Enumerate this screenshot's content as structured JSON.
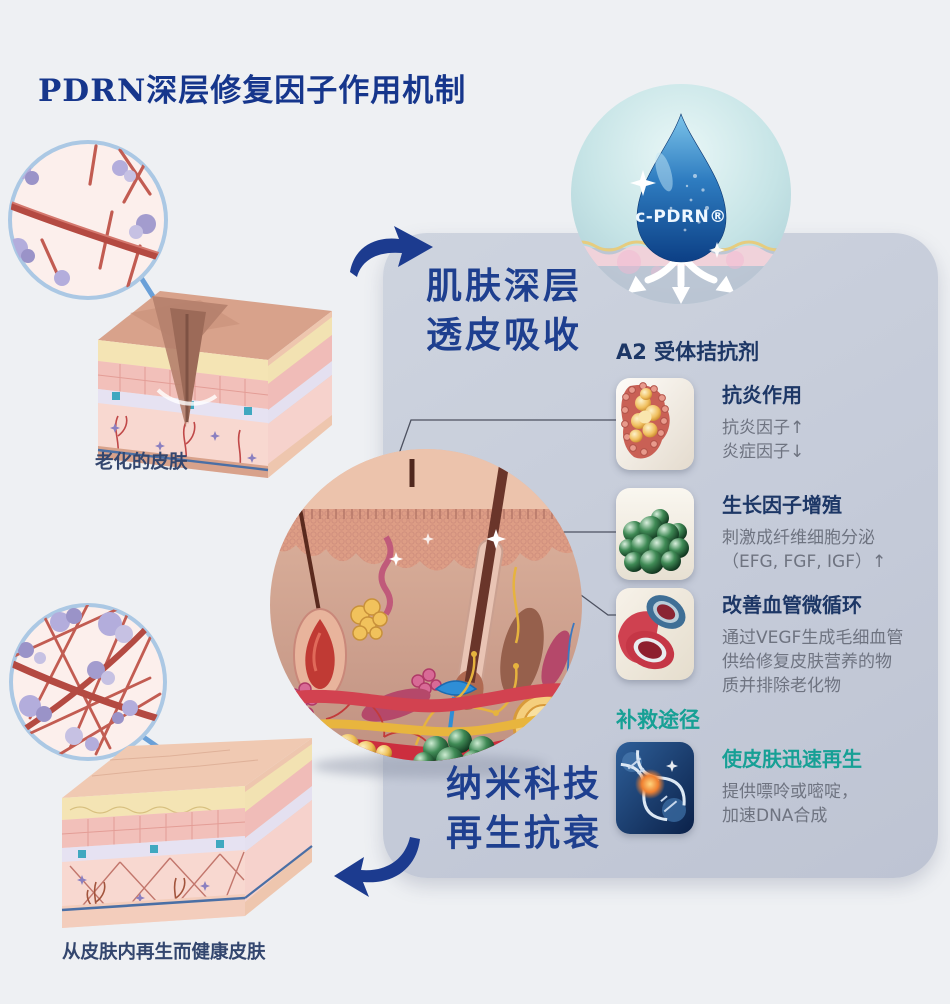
{
  "title": "PDRN深层修复因子作用机制",
  "logo": {
    "label": "c-PDRN®"
  },
  "absorb": {
    "line1": "肌肤深层",
    "line2": "透皮吸收"
  },
  "nano": {
    "line1": "纳米科技",
    "line2": "再生抗衰"
  },
  "left": {
    "aged_caption": "老化的皮肤",
    "healthy_caption": "从皮肤内再生而健康皮肤"
  },
  "panel": {
    "receptor_heading": "A2 受体拮抗剂",
    "salvage_heading": "补救途径",
    "items": [
      {
        "icon": "inflammation-icon",
        "title": "抗炎作用",
        "line1": "抗炎因子↑",
        "line2": "炎症因子↓"
      },
      {
        "icon": "growth-factor-icon",
        "title": "生长因子增殖",
        "line1": "刺激成纤维细胞分泌",
        "line2": "（EFG, FGF, IGF）↑"
      },
      {
        "icon": "blood-vessel-icon",
        "title": "改善血管微循环",
        "line1": "通过VEGF生成毛细血管",
        "line2": "供给修复皮肤营养的物",
        "line3": "质并排除老化物"
      },
      {
        "icon": "dna-icon",
        "title": "使皮肤迅速再生",
        "line1": "提供嘌呤或嘧啶，",
        "line2": "加速DNA合成"
      }
    ]
  },
  "colors": {
    "page_bg": "#eef0f3",
    "panel_bg": "#c5cbd9",
    "title_blue": "#16368c",
    "decor_blue": "#1e3f8f",
    "heading_navy": "#1d3766",
    "teal": "#17a095",
    "body_gray": "#6e7380",
    "arrow_blue": "#1c3b8f"
  }
}
